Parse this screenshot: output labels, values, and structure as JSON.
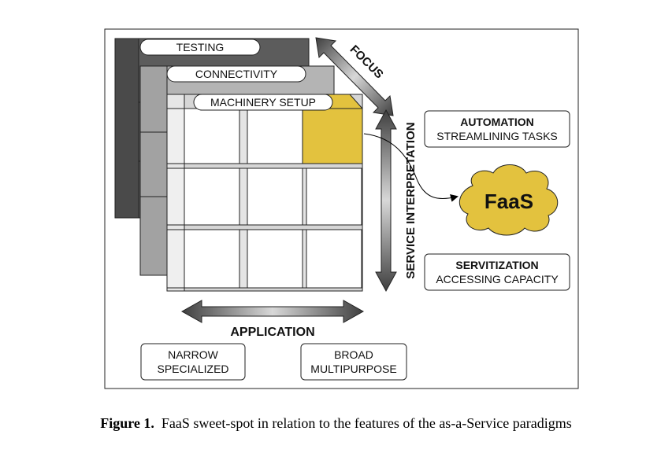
{
  "diagram": {
    "layers": {
      "back": "TESTING",
      "middle": "CONNECTIVITY",
      "front": "MACHINERY SETUP"
    },
    "axes": {
      "focus": "FOCUS",
      "service_interpretation": "SERVICE INTERPRETATION",
      "application": "APPLICATION"
    },
    "automation": {
      "title": "AUTOMATION",
      "subtitle": "STREAMLINING TASKS"
    },
    "servitization": {
      "title": "SERVITIZATION",
      "subtitle": "ACCESSING CAPACITY"
    },
    "narrow": {
      "line1": "NARROW",
      "line2": "SPECIALIZED"
    },
    "broad": {
      "line1": "BROAD",
      "line2": "MULTIPURPOSE"
    },
    "faas": "FaaS",
    "colors": {
      "highlight": "#e3c23e",
      "dark": "#5c5c5c",
      "mid": "#b4b4b4",
      "light": "#ececec"
    }
  },
  "caption": {
    "label": "Figure 1.",
    "text": "FaaS sweet-spot in relation to the features of the as-a-Service paradigms"
  }
}
